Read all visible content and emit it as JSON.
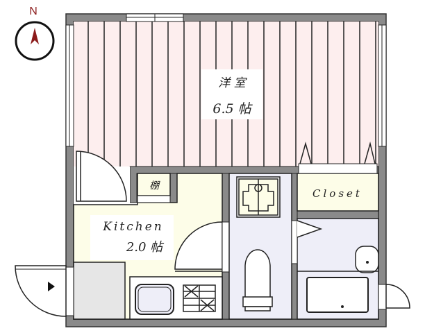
{
  "compass": {
    "label": "N"
  },
  "rooms": {
    "western_room": {
      "name": "洋 室",
      "size": "6.5 帖"
    },
    "kitchen": {
      "name": "Kitchen",
      "size": "2.0 帖"
    },
    "shelf": {
      "name": "棚"
    },
    "closet": {
      "name": "Closet"
    }
  },
  "colors": {
    "wall": "#8a8a8a",
    "western_floor": "#fdeeee",
    "kitchen_floor": "#fdfde8",
    "wet_area": "#eeeef8",
    "entry": "#e6e6e6",
    "compass_arrow": "#8b1a1a"
  }
}
